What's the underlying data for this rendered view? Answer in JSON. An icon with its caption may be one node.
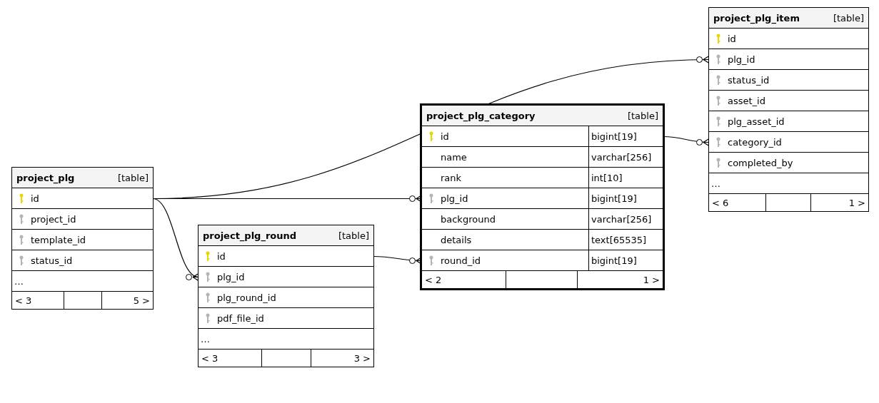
{
  "diagram": {
    "nodes": [
      {
        "text": [
          "project_plg",
          "[table]"
        ]
      },
      {
        "text": [
          "id"
        ],
        "in": 0
      },
      {
        "text": [
          "project_id"
        ],
        "in": 0
      },
      {
        "text": [
          "template_id"
        ],
        "in": 0
      },
      {
        "text": [
          "status_id"
        ],
        "in": 0
      },
      {
        "text": [
          "…"
        ],
        "in": 0
      },
      {
        "text": [
          "< 3",
          "5 >"
        ],
        "in": 0
      },
      {
        "text": [
          "project_plg_round",
          "[table]"
        ]
      },
      {
        "text": [
          "id"
        ],
        "in": 7
      },
      {
        "text": [
          "plg_id"
        ],
        "in": 7
      },
      {
        "text": [
          "plg_round_id"
        ],
        "in": 7
      },
      {
        "text": [
          "pdf_file_id"
        ],
        "in": 7
      },
      {
        "text": [
          "…"
        ],
        "in": 7
      },
      {
        "text": [
          "< 3",
          "3 >"
        ],
        "in": 7
      },
      {
        "text": [
          "project_plg_category",
          "[table]"
        ]
      },
      {
        "text": [
          "id",
          "bigint[19]"
        ],
        "in": 14
      },
      {
        "text": [
          "name",
          "varchar[256]"
        ],
        "in": 14
      },
      {
        "text": [
          "rank",
          "int[10]"
        ],
        "in": 14
      },
      {
        "text": [
          "plg_id",
          "bigint[19]"
        ],
        "in": 14
      },
      {
        "text": [
          "background",
          "varchar[256]"
        ],
        "in": 14
      },
      {
        "text": [
          "details",
          "text[65535]"
        ],
        "in": 14
      },
      {
        "text": [
          "round_id",
          "bigint[19]"
        ],
        "in": 14
      },
      {
        "text": [
          "< 2",
          "1 >"
        ],
        "in": 14
      },
      {
        "text": [
          "project_plg_item",
          "[table]"
        ]
      },
      {
        "text": [
          "id"
        ],
        "in": 23
      },
      {
        "text": [
          "plg_id"
        ],
        "in": 23
      },
      {
        "text": [
          "status_id"
        ],
        "in": 23
      },
      {
        "text": [
          "asset_id"
        ],
        "in": 23
      },
      {
        "text": [
          "plg_asset_id"
        ],
        "in": 23
      },
      {
        "text": [
          "category_id"
        ],
        "in": 23
      },
      {
        "text": [
          "completed_by"
        ],
        "in": 23
      },
      {
        "text": [
          "…"
        ],
        "in": 23
      },
      {
        "text": [
          "< 6",
          "1 >"
        ],
        "in": 23
      }
    ],
    "edges": [
      {
        "from": 1,
        "to": 25,
        "arrow": "other"
      },
      {
        "from": 1,
        "to": 18,
        "arrow": "other"
      },
      {
        "from": 1,
        "to": 9,
        "arrow": "other"
      },
      {
        "from": 8,
        "to": 21,
        "arrow": "other"
      },
      {
        "from": 15,
        "to": 29,
        "arrow": "other"
      }
    ]
  }
}
